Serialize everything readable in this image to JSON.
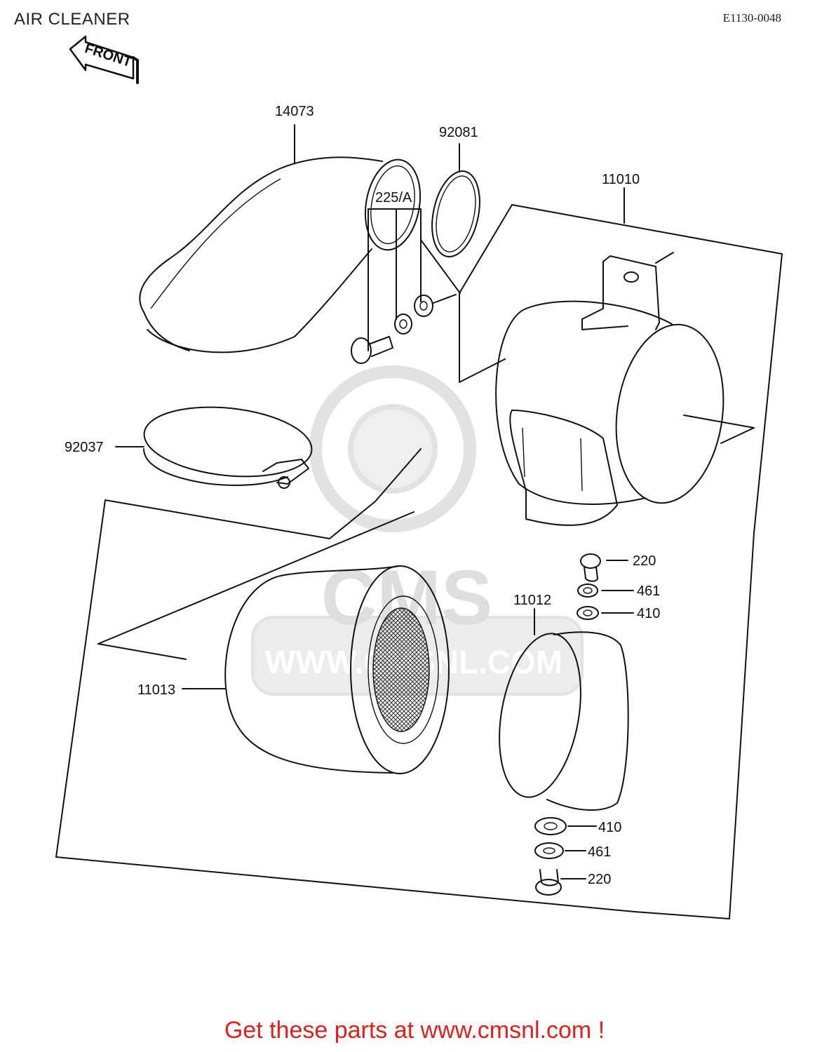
{
  "header": {
    "title": "AIR CLEANER",
    "diagram_code": "E1130-0048",
    "front_marker": "FRONT"
  },
  "parts": [
    {
      "id": "14073"
    },
    {
      "id": "92081"
    },
    {
      "id": "11010"
    },
    {
      "id": "225/A"
    },
    {
      "id": "92037"
    },
    {
      "id": "220"
    },
    {
      "id": "461"
    },
    {
      "id": "410"
    },
    {
      "id": "11012"
    },
    {
      "id": "11013"
    },
    {
      "id": "410"
    },
    {
      "id": "461"
    },
    {
      "id": "220"
    }
  ],
  "watermark": {
    "brand": "CMS",
    "url": "WWW.CMSNL.COM"
  },
  "footer": {
    "cta": "Get these parts at www.cmsnl.com !",
    "color": "#e0201b"
  }
}
